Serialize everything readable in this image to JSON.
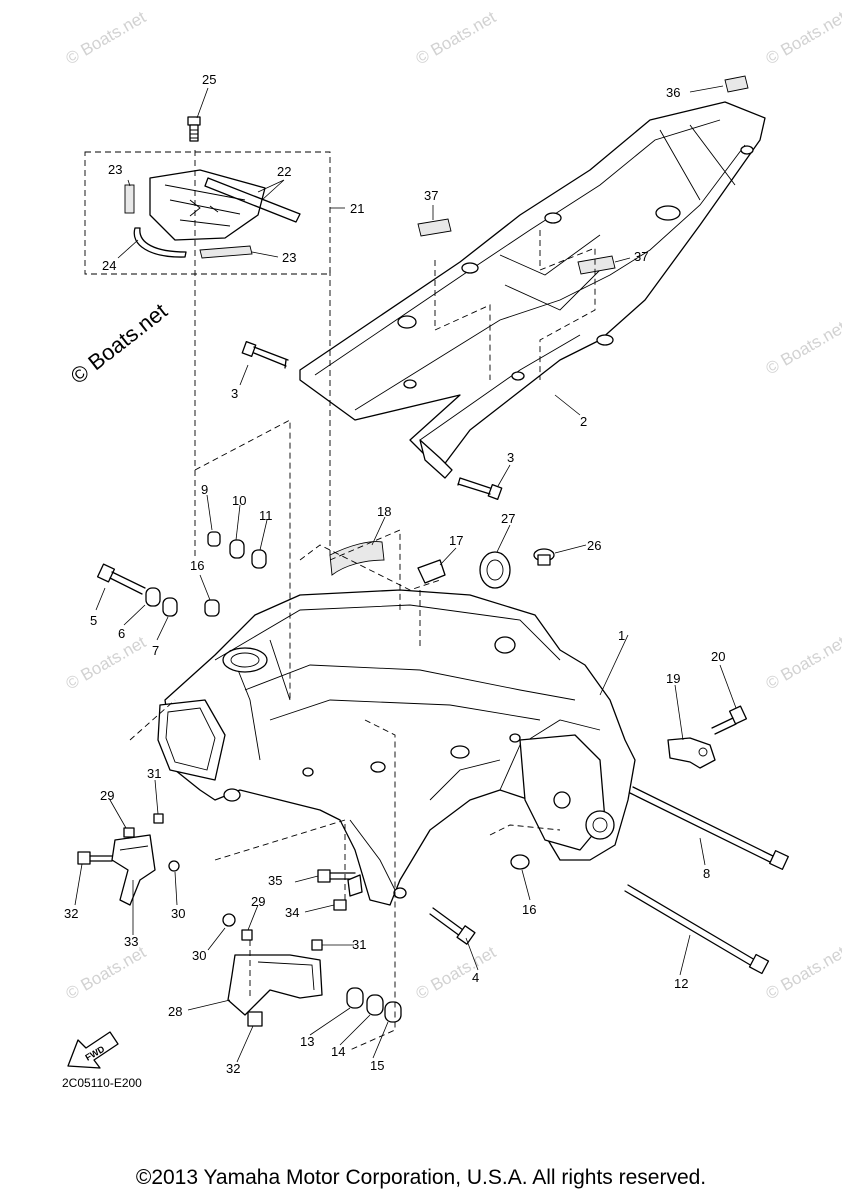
{
  "diagram": {
    "code": "2C05110-E200",
    "copyright": "©2013 Yamaha Motor Corporation, U.S.A. All rights reserved.",
    "watermark": "© Boats.net",
    "watermark_small": "© Boats.net",
    "fwd_label": "FWD",
    "callouts": {
      "c1": "1",
      "c2": "2",
      "c3a": "3",
      "c3b": "3",
      "c4": "4",
      "c5": "5",
      "c6": "6",
      "c7": "7",
      "c8": "8",
      "c9": "9",
      "c10": "10",
      "c11": "11",
      "c12": "12",
      "c13": "13",
      "c14": "14",
      "c15": "15",
      "c16a": "16",
      "c16b": "16",
      "c17": "17",
      "c18": "18",
      "c19": "19",
      "c20": "20",
      "c21": "21",
      "c22": "22",
      "c23a": "23",
      "c23b": "23",
      "c24": "24",
      "c25": "25",
      "c26": "26",
      "c27": "27",
      "c28": "28",
      "c29a": "29",
      "c29b": "29",
      "c30a": "30",
      "c30b": "30",
      "c31a": "31",
      "c31b": "31",
      "c32a": "32",
      "c32b": "32",
      "c33": "33",
      "c34": "34",
      "c35": "35",
      "c36": "36",
      "c37a": "37",
      "c37b": "37"
    }
  }
}
